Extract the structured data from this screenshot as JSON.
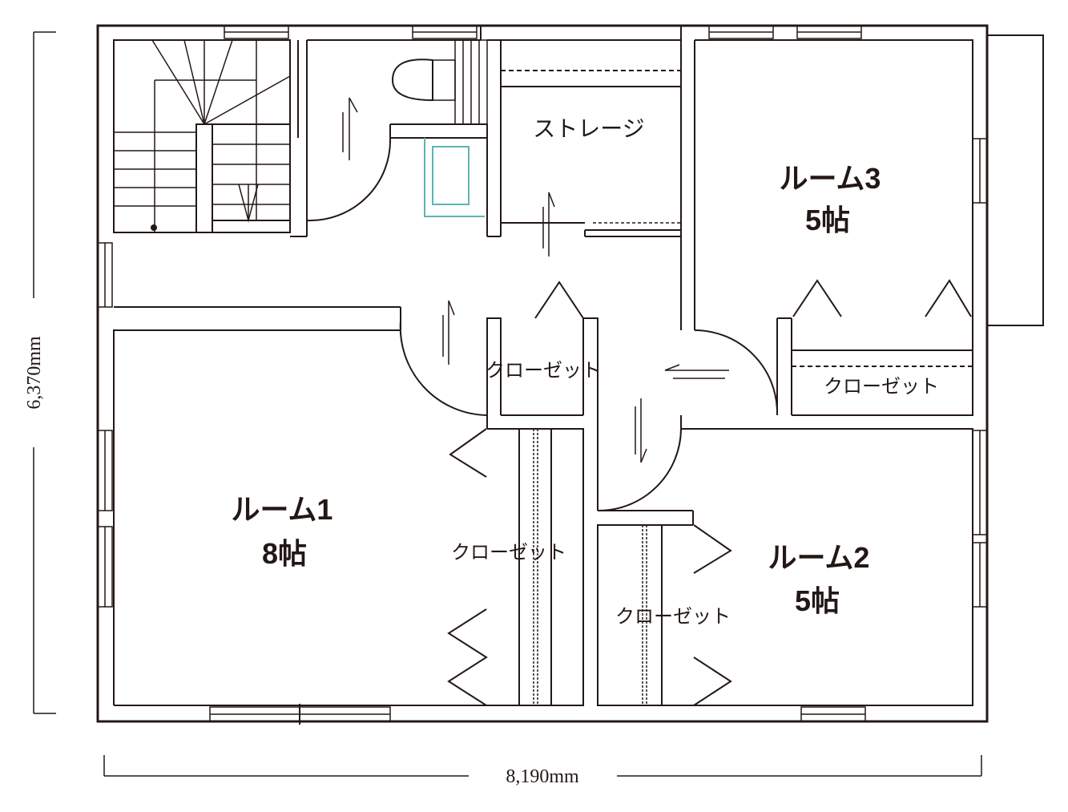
{
  "rooms": {
    "room1": {
      "name": "ルーム1",
      "size": "8帖"
    },
    "room2": {
      "name": "ルーム2",
      "size": "5帖"
    },
    "room3": {
      "name": "ルーム3",
      "size": "5帖"
    }
  },
  "labels": {
    "storage": "ストレージ",
    "closet_center": "クローゼット",
    "closet_room3": "クローゼット",
    "closet_room1": "クローゼット",
    "closet_room2": "クローゼット"
  },
  "dimensions": {
    "width": "8,190mm",
    "height": "6,370mm"
  },
  "colors": {
    "line": "#231815",
    "fixture_accent": "#5fb3b3"
  }
}
